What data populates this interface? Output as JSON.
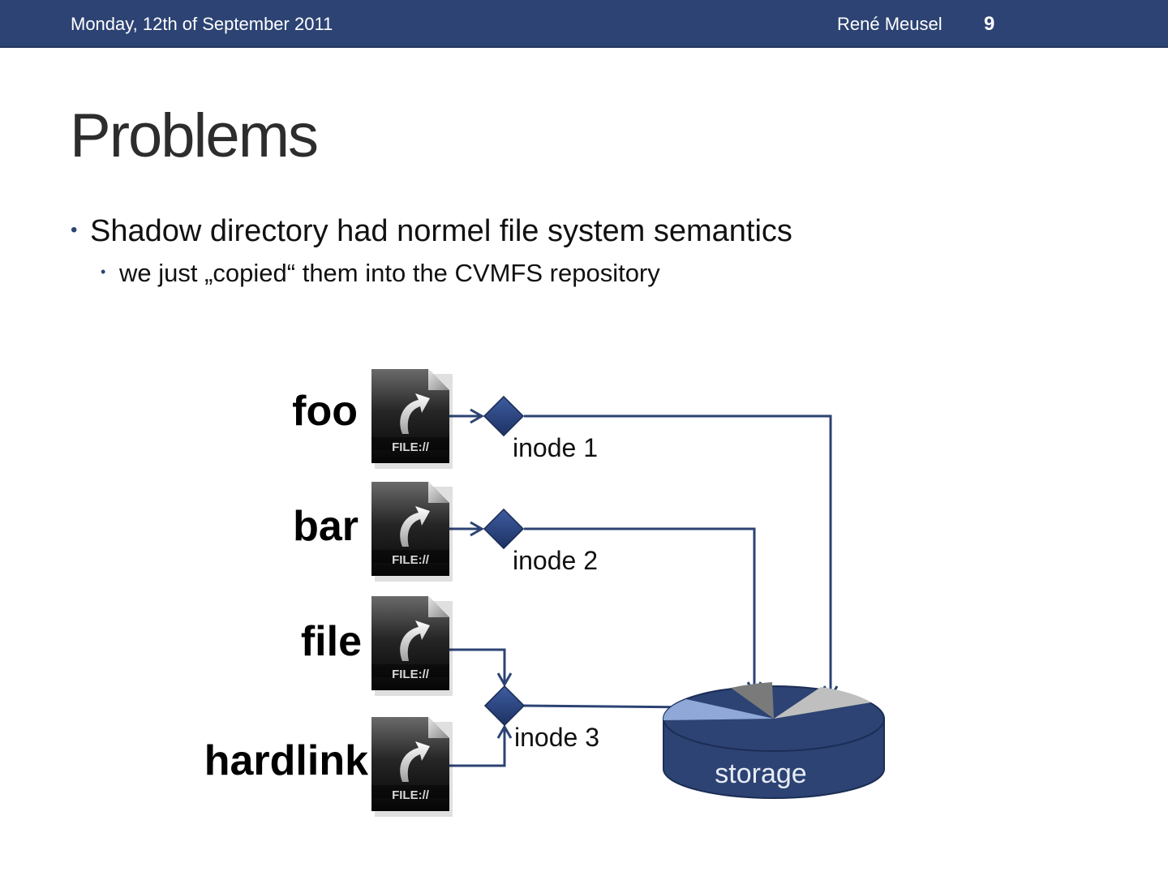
{
  "header": {
    "date": "Monday, 12th of September 2011",
    "author": "René Meusel",
    "page_number": "9"
  },
  "slide": {
    "title": "Problems",
    "bullets": [
      {
        "text": "Shadow directory had normel file system semantics",
        "sub": [
          "we just „copied“ them into the CVMFS repository"
        ]
      }
    ]
  },
  "diagram": {
    "files": [
      {
        "name": "foo",
        "icon_label": "FILE://"
      },
      {
        "name": "bar",
        "icon_label": "FILE://"
      },
      {
        "name": "file",
        "icon_label": "FILE://"
      },
      {
        "name": "hardlink",
        "icon_label": "FILE://"
      }
    ],
    "inodes": [
      "inode 1",
      "inode 2",
      "inode 3"
    ],
    "storage_label": "storage",
    "colors": {
      "header_bg": "#2c4373",
      "connector": "#2c4373",
      "storage_body": "#2c4373",
      "slice_light_blue": "#8fa8d8",
      "slice_gray": "#7a7a7a",
      "slice_light_gray": "#bfbfbf"
    }
  }
}
